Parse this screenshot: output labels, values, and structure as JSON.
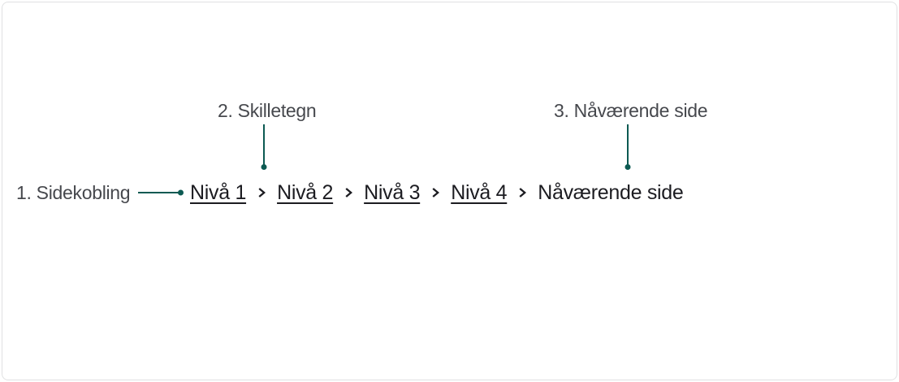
{
  "annotations": [
    {
      "label": "1. Sidekobling"
    },
    {
      "label": "2. Skilletegn"
    },
    {
      "label": "3. Nåværende side"
    }
  ],
  "breadcrumb": {
    "links": [
      {
        "label": "Nivå 1"
      },
      {
        "label": "Nivå 2"
      },
      {
        "label": "Nivå 3"
      },
      {
        "label": "Nivå 4"
      }
    ],
    "current": "Nåværende side",
    "separator_icon": "chevron-right-icon"
  },
  "colors": {
    "connector": "#0c5a52",
    "breadcrumb_text": "#1c1c21",
    "annotation_text": "#46484d",
    "card_border": "#e0e1e3",
    "background": "#ffffff"
  }
}
